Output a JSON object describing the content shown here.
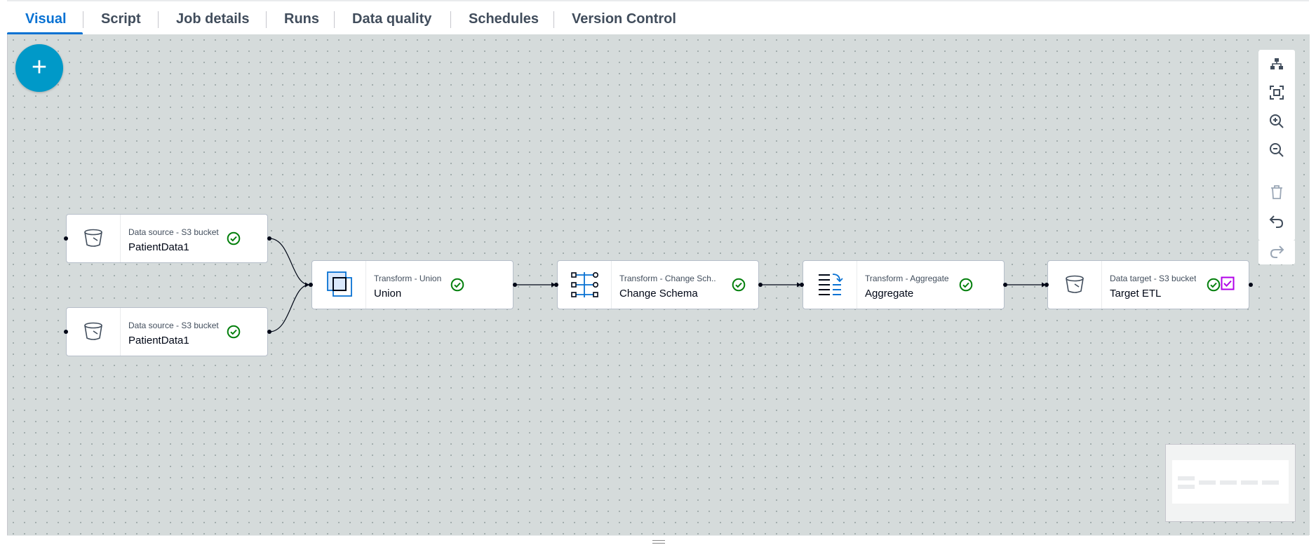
{
  "tabs": [
    {
      "label": "Visual",
      "active": true
    },
    {
      "label": "Script"
    },
    {
      "label": "Job details"
    },
    {
      "label": "Runs"
    },
    {
      "label": "Data quality"
    },
    {
      "label": "Schedules"
    },
    {
      "label": "Version Control"
    }
  ],
  "canvas": {
    "add_button_label": "+",
    "nodes": [
      {
        "type": "Data source - S3 bucket",
        "name": "PatientData1",
        "icon": "s3-bucket-icon",
        "status": "success"
      },
      {
        "type": "Data source - S3 bucket",
        "name": "PatientData1",
        "icon": "s3-bucket-icon",
        "status": "success"
      },
      {
        "type": "Transform - Union",
        "name": "Union",
        "icon": "union-icon",
        "status": "success"
      },
      {
        "type": "Transform - Change Sch...",
        "name": "Change Schema",
        "icon": "change-schema-icon",
        "status": "success"
      },
      {
        "type": "Transform - Aggregate",
        "name": "Aggregate",
        "icon": "aggregate-icon",
        "status": "success"
      },
      {
        "type": "Data target - S3 bucket",
        "name": "Target ETL",
        "icon": "s3-bucket-icon",
        "status": "success",
        "selected": true
      }
    ],
    "toolbar": [
      "auto-layout-icon",
      "fit-view-icon",
      "zoom-in-icon",
      "zoom-out-icon",
      "delete-icon",
      "undo-icon",
      "redo-icon"
    ]
  },
  "colors": {
    "accent": "#0972d3",
    "add_button": "#0099c8",
    "success": "#037f0c",
    "canvas_bg": "#d5dbdb",
    "selected": "#b000e8"
  }
}
